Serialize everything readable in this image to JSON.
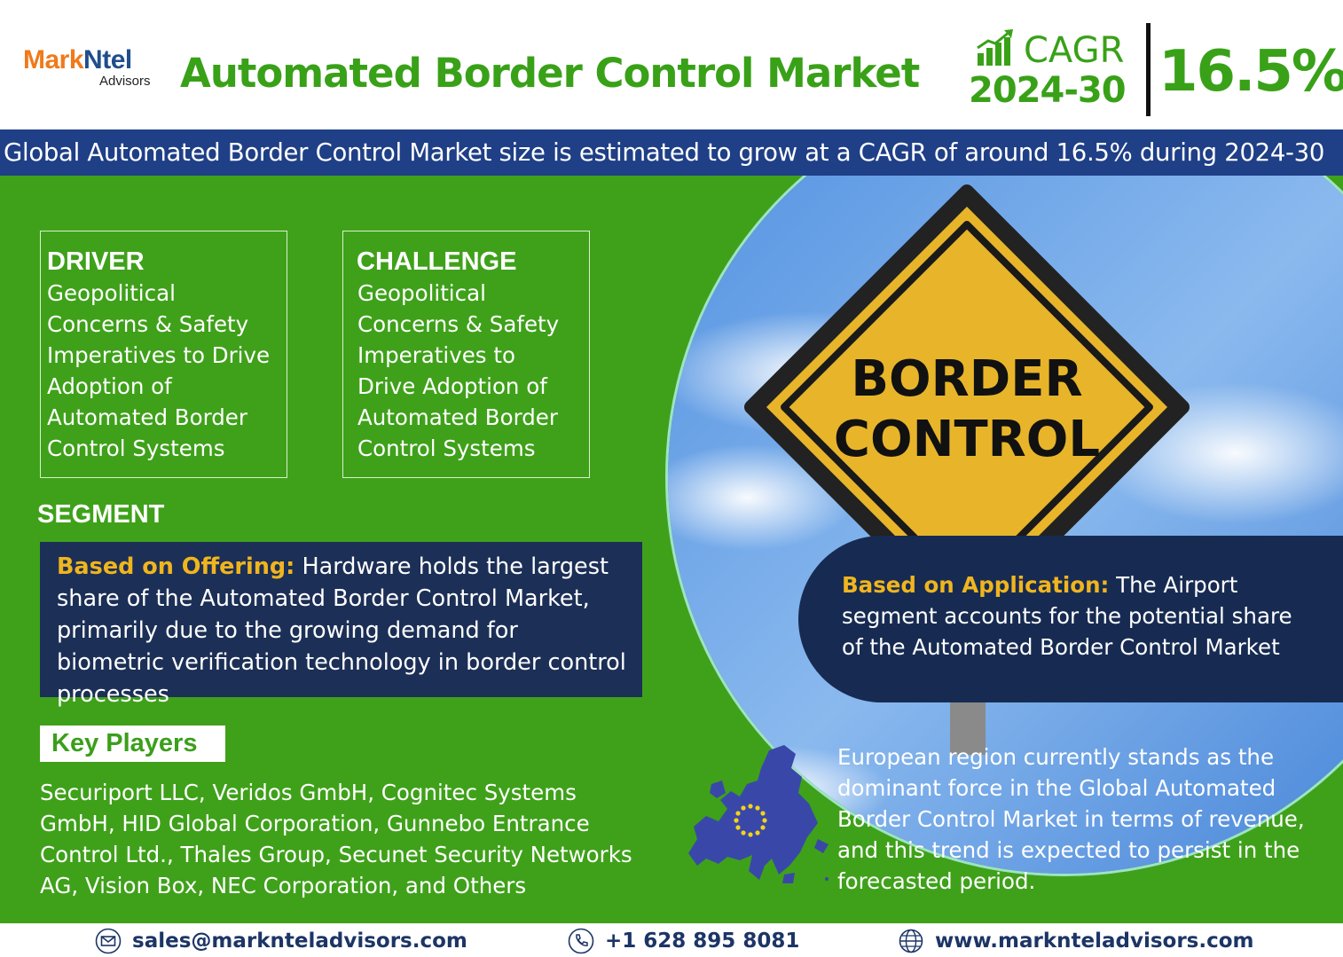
{
  "header": {
    "logo_brand_part1": "Mark",
    "logo_brand_part2": "Ntel",
    "logo_sub": "Advisors",
    "title": "Automated Border Control Market",
    "cagr_label": "CAGR",
    "cagr_years": "2024-30",
    "cagr_value": "16.5%"
  },
  "banner": {
    "text": "Global Automated Border Control Market size is estimated to grow at a CAGR of around 16.5% during 2024-30"
  },
  "driver": {
    "heading": "DRIVER",
    "text": "Geopolitical Concerns & Safety Imperatives to Drive Adoption of Automated Border Control Systems"
  },
  "challenge": {
    "heading": "CHALLENGE",
    "text": "Geopolitical Concerns & Safety Imperatives to Drive Adoption of Automated Border Control Systems"
  },
  "sign": {
    "line1": "BORDER",
    "line2": "CONTROL"
  },
  "segment": {
    "title": "SEGMENT",
    "offering_label": "Based on Offering:",
    "offering_text": " Hardware holds the largest share of the Automated Border Control Market, primarily due to the growing demand for biometric verification technology in border control processes",
    "application_label": "Based on Application:",
    "application_text": " The Airport segment accounts for the potential share of the Automated Border Control Market"
  },
  "key_players": {
    "label": "Key Players",
    "text": "Securiport LLC, Veridos GmbH, Cognitec Systems GmbH, HID Global Corporation, Gunnebo Entrance Control Ltd., Thales Group, Secunet Security Networks AG, Vision Box, NEC Corporation, and Others"
  },
  "region": {
    "text": "European region currently stands as the dominant force in the Global Automated Border Control Market in terms of revenue, and this trend is expected to persist in the forecasted period."
  },
  "footer": {
    "email": "sales@marknteladvisors.com",
    "phone": "+1 628 895 8081",
    "website": "www.marknteladvisors.com"
  },
  "colors": {
    "green_bg": "#3fa11a",
    "title_green": "#39a118",
    "navy": "#1c2f56",
    "banner_blue": "#1f3f86",
    "highlight_yellow": "#f0b51e",
    "sign_yellow": "#e8b52a"
  },
  "icons": {
    "cagr": "bar-chart-growth-icon",
    "email": "envelope-icon",
    "phone": "phone-icon",
    "website": "globe-icon",
    "map": "europe-map-icon"
  }
}
